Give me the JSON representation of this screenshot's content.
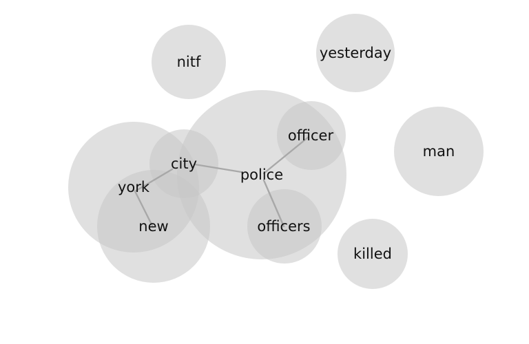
{
  "words": [
    {
      "id": "nitf",
      "label": "nitf"
    },
    {
      "id": "yesterday",
      "label": "yesterday"
    },
    {
      "id": "officer",
      "label": "officer"
    },
    {
      "id": "man",
      "label": "man"
    },
    {
      "id": "city",
      "label": "city"
    },
    {
      "id": "police",
      "label": "police"
    },
    {
      "id": "york",
      "label": "york"
    },
    {
      "id": "new",
      "label": "new"
    },
    {
      "id": "officers",
      "label": "officers"
    },
    {
      "id": "killed",
      "label": "killed"
    }
  ],
  "links": [
    {
      "source": "york",
      "target": "city"
    },
    {
      "source": "york",
      "target": "new"
    },
    {
      "source": "city",
      "target": "police"
    },
    {
      "source": "police",
      "target": "officer"
    },
    {
      "source": "police",
      "target": "officers"
    }
  ],
  "colors": {
    "bubble": "#c6c6c6",
    "edge": "#a8a8a8",
    "text": "#111111"
  }
}
